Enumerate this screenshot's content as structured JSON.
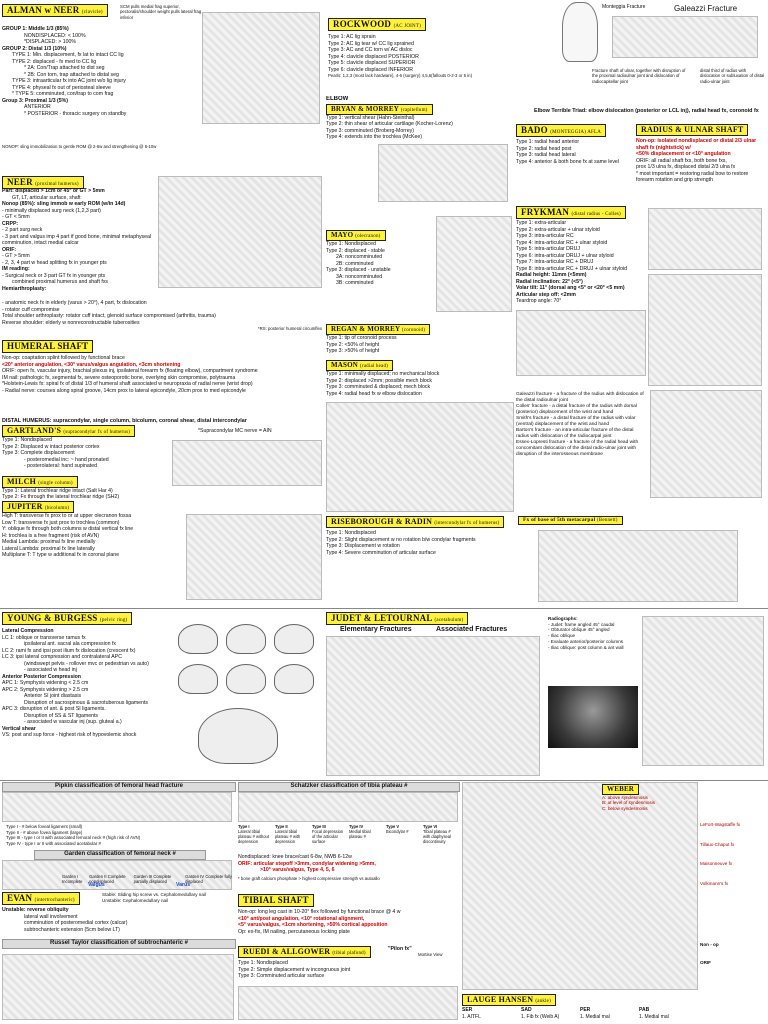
{
  "alman": {
    "title": "ALMAN w NEER",
    "tag": "(clavicle)",
    "note_top": "SCM pulls medial frag superior, pectoralis/shoulder weight pulls lateral frag inferior",
    "lines": [
      "GROUP 1: Middle 1/3 (85%)",
      "NONDISPLACED: < 100%",
      "*DISPLACED: > 100%",
      "GROUP 2: Distal 1/3 (10%)",
      "TYPE 1: Min. displacement, fx lat to intact CC lig",
      "TYPE 2: displaced - fx med to CC lig",
      "* 2A: Con/Trap attached to dist seg",
      "* 2B: Con torn, trap attached to distal seg",
      "TYPE 3: intraarticular fx into AC joint w/o lig injury",
      "TYPE 4: physeal fx out of periosteal sleeve",
      "* TYPE 5: comminuted, con/trap to com frag",
      "Group 3: Proximal 1/3 (5%)",
      "ANTERIOR",
      "* POSTERIOR - thoracic surgery on standby"
    ],
    "footer": "NONOP: sling immobilization to gentle ROM @ 2-6w and strengthening @ 6-10w"
  },
  "rockwood": {
    "title": "ROCKWOOD",
    "tag": "(AC JOINT)",
    "lines": [
      "Type 1: AC lig sprain",
      "Type 2: AC lig tear w/ CC lig sprained",
      "Type 3: AC and CC torn w/ AC disloc",
      "Type 4: clavicle displaced POSTERIOR",
      "Type 5: clavicle displaced SUPERIOR",
      "Type 6: clavicle displaced INFERIOR"
    ],
    "foot": "Pearls: 1,2,3 (most lack hardware), 4-6 (surgery) 4,5,6(fallouts 0-2-3 or 5 in)"
  },
  "galeazzi": {
    "label_monteggia": "Monteggia Fracture",
    "label_galeazzi": "Galeazzi Fracture",
    "caption_left": "Fracture shaft of ulnar, together with disruption of the proximal radioulnar joint and dislocation of radiocapitellar joint",
    "caption_right": "distal third of radius with dislocation or subluxation of distal radio-ulnar joint",
    "terrible": "Elbow Terrible Triad: elbow dislocation (posterior or LCL inj), radial head fx, coronoid fx"
  },
  "neer": {
    "title": "NEER",
    "tag": "(proximal humerus)",
    "lines": [
      "Part: displaced > 1cm or 45° or GT > 5mm",
      "GT, LT, articular surface, shaft",
      "Nonop (85%): sling immob w early ROM (w/in 14d)",
      "- minimally displaced surg neck (1,2,3 part)",
      "- GT < 5mm",
      "CRPP:",
      "- 2 part surg neck",
      "- 3 part and valgus imp 4 part if good bone, minimal metaphyseal comminution, intact medial calcar",
      "ORIF:",
      "- GT > 5mm",
      "- 2, 3, 4 part w head splitting fx in younger pts",
      "IM reading:",
      "- Surgical neck or 3 part GT fx in younger pts",
      "combined proximal humerus and shaft fxs",
      "Hemiarthroplasty:",
      "- anatomic neck fx in elderly (varus > 20°), 4 part, fx dislocation",
      "- rotator cuff compromise",
      "Total shoulder arthroplasty: rotator cuff intact, glenoid surface compromised (arthritis, trauma)",
      "Reverse shoulder: elderly w nonreconstructable tuberosities"
    ],
    "foot": "*RS: posterior humeral circumflex"
  },
  "humeral": {
    "title": "HUMERAL SHAFT",
    "lines": [
      "Non-op: coaptation splint followed by functional brace",
      "<20° anterior angulation, <30° varus/valgus angulation, <3cm shortening",
      "ORIF: open fx, vascular injury, brachial plexus inj, ipsilateral forearm fx (floating elbow), compartment syndrome",
      "IM nail: pathologic fx, segmental fx, severe osteoporotic bone, overlying skin compromise, polytrauma",
      "*Holstein-Lewis fx: spiral fx of distal 1/3 of humeral shaft associated w neuropraxia of radial nerve (wrist drop)",
      "- Radial nerve: courses along spiral groove, 14cm prox to lateral epicondyle, 20cm prox to med epicondyle"
    ]
  },
  "elbow": {
    "heading": "ELBOW",
    "bryan_title": "BRYAN & MORREY",
    "bryan_tag": "(capitellum)",
    "bryan_lines": [
      "Type 1: vertical shear (Hahn-Steinthal)",
      "Type 2: thin shear of articular cartilage (Kocher-Lorenz)",
      "Type 3: comminuted (Broberg-Morrey)",
      "Type 4: extends into the trochlea (McKee)"
    ],
    "mayo_title": "MAYO",
    "mayo_tag": "(olecranon)",
    "mayo_lines": [
      "Type 1: Nondisplaced",
      "Type 2: displaced - stable",
      "2A: noncomminuted",
      "2B: comminuted",
      "Type 3: displaced - unstable",
      "3A: noncomminuted",
      "3B: comminuted"
    ],
    "regan_title": "REGAN & MORREY",
    "regan_tag": "(coronoid)",
    "regan_lines": [
      "Type 1: tip of coronoid process",
      "Type 2: <50% of height",
      "Type 3: >50% of height"
    ],
    "mason_title": "MASON",
    "mason_tag": "(radial head)",
    "mason_lines": [
      "Type 1: minimally displaced; no mechanical block",
      "Type 2: displaced >2mm; possible mech block",
      "Type 3: comminuted & displaced; mech block",
      "Type 4: radial head fx w elbow dislocation"
    ]
  },
  "bado": {
    "title": "BADO",
    "tag": "(MONTEGGIA) AFLA",
    "lines": [
      "Type 1: radial head anterior",
      "Type 2: radial head post",
      "Type 3: radial head lateral",
      "Type 4: anterior & both bone fx at same level"
    ]
  },
  "radius": {
    "title": "RADIUS & ULNAR SHAFT",
    "lines": [
      "Non-op: isolated nondisplaced or distal 2/3 ulnar shaft fx (nightstick) w/",
      "<50% displacement or <10° angulation",
      "ORIF: all radial shaft fxs, both bone fxs,",
      "prox 1/3 ulna fx, displaced distal 2/3 ulna fx",
      "* most important = restoring radial bow to restore forearm rotation and grip strength"
    ]
  },
  "frykman": {
    "title": "FRYKMAN",
    "tag": "(distal radius - Colles)",
    "lines": [
      "Type 1: extra-articular",
      "Type 2: extra-articular + ulnar styloid",
      "Type 3: intra-articular RC",
      "Type 4: intra-articular RC + ulnar styloid",
      "Type 5: intra-articular DRUJ",
      "Type 6: intra-articular DRUJ + ulnar styloid",
      "Type 7: intra-articular RC + DRUJ",
      "Type 8: intra-articular RC + DRUJ + ulnar styloid"
    ],
    "params": [
      "Radial height: 11mm (<5mm)",
      "Radial inclination: 22° (<5°)",
      "Volar tilt: 11° (dorsal ang <5° or <20° <5 mm)",
      "Articular step off: <2mm",
      "Teardrop angle: 70°"
    ],
    "eponyms": [
      "Galeazzi fracture - a fracture of the radius with dislocation of the distal radioulnar joint",
      "Colles' fracture - a distal fracture of the radius with dorsal (posterior) displacement of the wrist and hand",
      "Smith's fracture - a distal fracture of the radius with volar (ventral) displacement of the wrist and hand",
      "Barton's fracture - an intra-articular fracture of the distal radius with dislocation of the radiocarpal joint",
      "Essex-Lopresti fracture - a fracture of the radial head with concomitant dislocation of the distal radio-ulnar joint with disruption of the interosseous membrane"
    ]
  },
  "distal_humerus": {
    "heading": "DISTAL HUMERUS: supracondylar, single column, bicolumn, coronal shear, distal intercondylar",
    "gartland_title": "GARTLAND'S",
    "gartland_tag": "(supracondylar fx of humerus)",
    "gartland_lines": [
      "Type 1: Nondisplaced",
      "Type 2: Displaced w intact posterior cortex",
      "Type 3: Complete displacement",
      "- posteromedial inc: ~ hand pronated",
      "- posterolateral: hand supinated"
    ],
    "gartland_note": "*Supracondylar MC nerve = AIN",
    "milch_title": "MILCH",
    "milch_tag": "(single column)",
    "milch_lines": [
      "Type 1: Lateral trochlear ridge intact (Salt Har 4)",
      "Type 2: Fx through the lateral trochlear ridge (SH2)"
    ],
    "jupiter_title": "JUPITER",
    "jupiter_tag": "(bicolumn)",
    "jupiter_lines": [
      "High T: transverse fx prox to or at upper olecranon fossa",
      "Low T: transverse fx just prox to trochlea (common)",
      "Y: oblique fx through both columns w distal vertical fx line",
      "H: trochlea is a free fragment (risk of AVN)",
      "Medial Lambda: proximal fx line medially",
      "Lateral Lambda: proximal fx line laterally",
      "Multiplane T: T type w additional fx in coronal plane"
    ]
  },
  "riseborough": {
    "title": "RISEBOROUGH & RADIN",
    "tag": "(intercondylar fx of humerus)",
    "lines": [
      "Type 1: Nondisplaced",
      "Type 2: Slight displacement w no rotation b/w condylar fragments",
      "Type 3: Displacement w rotation",
      "Type 4: Severe comminution of articular surface"
    ]
  },
  "metacarpal": {
    "label": "Fx of base of 5th metacarpal",
    "tag": "(Bennett)"
  },
  "young": {
    "title": "YOUNG & BURGESS",
    "tag": "(pelvic ring)",
    "lines": [
      "Lateral Compression",
      "LC 1: oblique or transverse ramus fx",
      "ipsilateral ant. sacral ala compression fx",
      "LC 2: rami fx and ipsi post ilium fx dislocation (crescent fx)",
      "LC 3: ipsi lateral compression and contralateral APC",
      "(windswept pelvis - rollover mvc or pedestrian vs auto)",
      "- associated w head inj",
      "Anterior Posterior Compression",
      "APC 1: Symphysis widening < 2.5 cm",
      "APC 2: Symphysis widening > 2.5 cm",
      "Anterior SI joint diastasis",
      "Disruption of sacrospinous & sacrotuberous ligaments",
      "APC 3: disruption of ant. & post SI ligaments.",
      "Disruption of SS & ST ligaments",
      "- associated w vascular inj (sup. gluteal a.)",
      "Vertical shear",
      "VS: post and sup force - highest risk of hypovolemic shock"
    ]
  },
  "judet": {
    "title": "JUDET & LETOURNAL",
    "tag": "(acetabulum)",
    "elementary": "Elementary Fractures",
    "associated": "Associated Fractures",
    "radiographs": [
      "Radiographs:",
      "- Judet: frame angled 45° caudal",
      "- Obturator oblique 45° angled",
      "- Iliac oblique",
      "- Evaluate anterior/posterior columns",
      "- Iliac oblique: post column & ant wall"
    ]
  },
  "garden": {
    "title": "Garden classification of femoral neck #",
    "pipkin_title": "Pipkin classification of femoral head fracture",
    "pipkin_lines": [
      "Type I - # below foveal ligament (small)",
      "Type II - # above fovea ligament (large)",
      "Type III - type I or II with associated femoral neck # (high risk of AVN)",
      "Type IV - type I or II with associated acetabular #"
    ],
    "labels": [
      "Garden I Incomplete",
      "Garden II Complete nondisplaced",
      "Garden III Complete partially displaced",
      "Garden IV Complete fully displaced"
    ],
    "valgus": "Valgus",
    "varus": "Varus"
  },
  "evan": {
    "title": "EVAN",
    "tag": "(intertrochanteric)",
    "stable": "Stable: Sliding hip screw vs. Cephalomedullary nail",
    "unstable_label": "Unstable: Cephalomedullary nail",
    "lines": [
      "Unstable: reverse obliquity",
      "lateral wall involvement",
      "comminution of posteromedial cortex (calcar)",
      "subtrochanteric extension (5cm below LT)"
    ],
    "russell": "Russel Taylor classification of subtrochanteric #"
  },
  "schatzker": {
    "title": "Schatzker classification of tibia plateau #",
    "types": [
      "Type I",
      "Type II",
      "Type III",
      "Type IV",
      "Type V",
      "Type VI"
    ],
    "desc": [
      "Lateral tibial plateau # without depression",
      "Lateral tibial plateau # with depression",
      "Focal depression of the articular surface",
      "Medial tibial plateau #",
      "Bicondylar #",
      "Tibial plateau # with diaphyseal discontinuity"
    ],
    "lines": [
      "Nondisplaced: knee brace/cast 6-8w, NWB 6-12w",
      "ORIF: articular stepoff >3mm, condylar widening >5mm,",
      ">10° varus/valgus, Type 4, 5, 6"
    ],
    "note": "* bone graft calcium phosphate > highest compressive strength vs autoallo"
  },
  "tibial": {
    "title": "TIBIAL SHAFT",
    "lines": [
      "Non-op: long leg cast in 10-20° flex followed by functional brace @ 4 w",
      "<10° ant/post angulation, <10° rotational alignment,",
      "<5° varus/valgus, <1cm shortening, >50% cortical apposition",
      "Op: ex-fix, IM nailing, percutaneous locking plate"
    ]
  },
  "ruedi": {
    "title": "RUEDI & ALLGOWER",
    "tag": "(tibial plafond)",
    "lines": [
      "Type 1: Nondisplaced",
      "Type 2: Simple displacement w incongruous joint",
      "Type 3: Comminuted articular surface"
    ],
    "pilon": "\"Pilon fx\"",
    "marker": "Mortise View"
  },
  "weber": {
    "title": "WEBER",
    "lines": [
      "A: above syndesmosis",
      "B: at level of syndesmosis",
      "C: below syndesmosis"
    ]
  },
  "lauge": {
    "title": "LAUGE HANSEN",
    "tag": "(ankle)",
    "cols": [
      "SER",
      "SAD",
      "PER",
      "PAB"
    ],
    "row": [
      "1. AITFL",
      "1. Fib fx (Weib A)",
      "1. Medial mal",
      "1. Medial mal"
    ]
  },
  "ankle_notes": {
    "lines": [
      "Maisonneuve fx",
      "Volkmann's fx",
      "Tillaux-Chaput fx",
      "LeFort-Wagstaffe fx"
    ],
    "nonop": "Non - op",
    "orif": "ORIF"
  }
}
